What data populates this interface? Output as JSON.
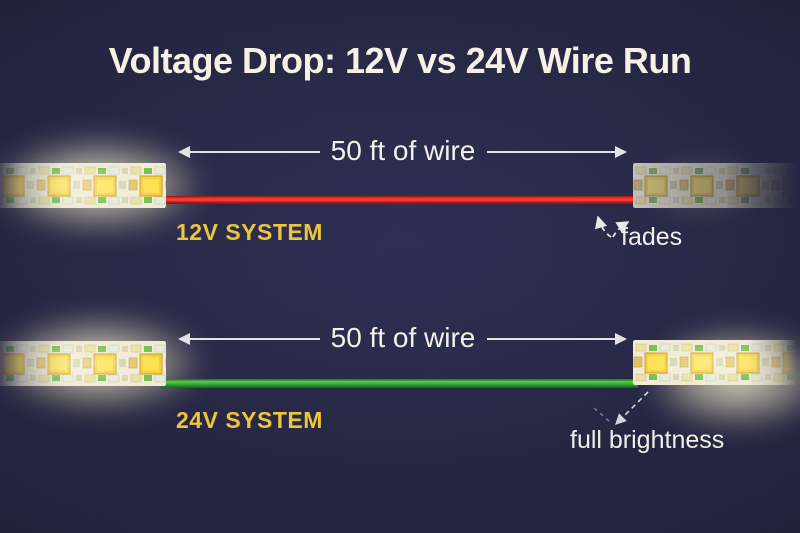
{
  "title": "Voltage Drop: 12V vs 24V Wire Run",
  "colors": {
    "background": "#20203c",
    "title_text": "#f6f1e3",
    "system_label_text": "#eac63c",
    "wire_12v": "#e0231b",
    "wire_24v": "#2fa32f",
    "measure_arrow": "#e3e3e3",
    "annotation_text": "#f1efe8",
    "led_glow": "#fff8d2"
  },
  "sections": [
    {
      "system_label": "12V SYSTEM",
      "wire_length_label": "50 ft of wire",
      "annotation": "fades",
      "wire_color": "#e0231b",
      "far_strip_state": "dim"
    },
    {
      "system_label": "24V SYSTEM",
      "wire_length_label": "50 ft of wire",
      "annotation": "full brightness",
      "wire_color": "#2fa32f",
      "far_strip_state": "bright"
    }
  ]
}
